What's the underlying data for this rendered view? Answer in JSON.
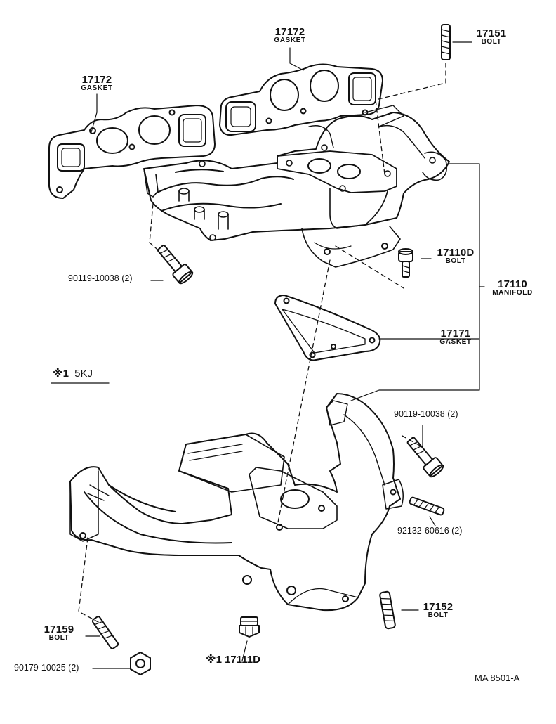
{
  "callouts": [
    {
      "id": "gasket-17172-top",
      "number": "17172",
      "name": "GASKET"
    },
    {
      "id": "gasket-17172-left",
      "number": "17172",
      "name": "GASKET"
    },
    {
      "id": "bolt-17151",
      "number": "17151",
      "name": "BOLT"
    },
    {
      "id": "bolt-17110d",
      "number": "17110D",
      "name": "BOLT"
    },
    {
      "id": "manifold-17110",
      "number": "17110",
      "name": "MANIFOLD"
    },
    {
      "id": "gasket-17171",
      "number": "17171",
      "name": "GASKET"
    },
    {
      "id": "bolt-17152",
      "number": "17152",
      "name": "BOLT"
    },
    {
      "id": "bolt-17159",
      "number": "17159",
      "name": "BOLT"
    }
  ],
  "part_refs": {
    "bolt_90119_upper": "90119-10038 (2)",
    "bolt_90119_lower": "90119-10038 (2)",
    "stud_92132": "92132-60616 (2)",
    "nut_90179": "90179-10025 (2)",
    "plug_17111d": "※1 17111D"
  },
  "note": {
    "marker": "※1",
    "text": "5KJ"
  },
  "figure_code": "MA  8501-A"
}
